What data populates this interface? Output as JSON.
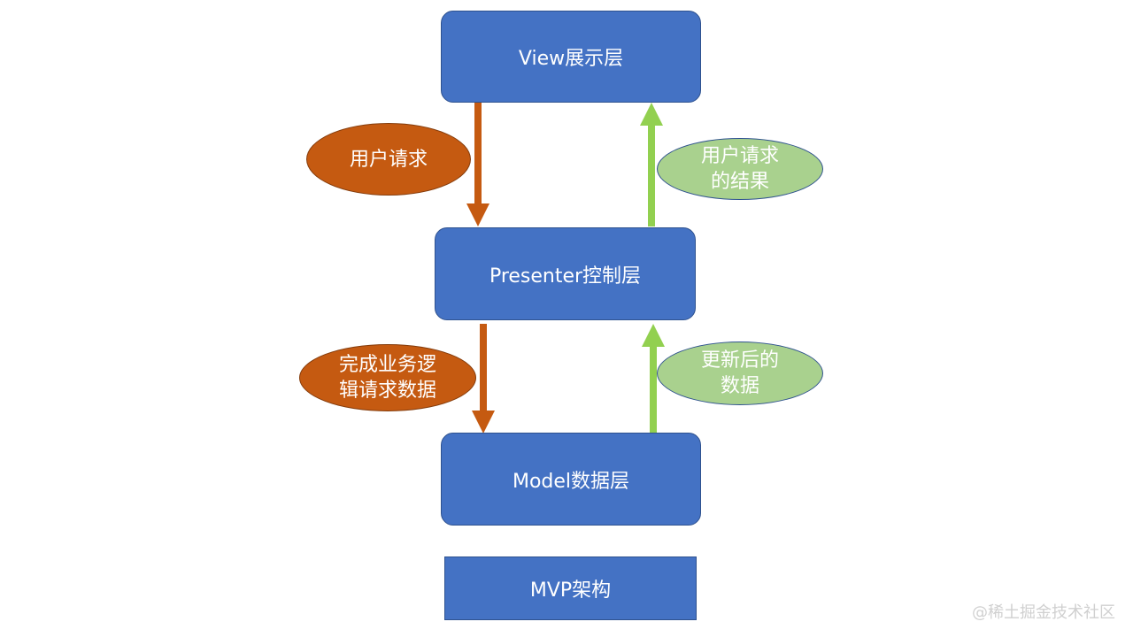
{
  "layers": {
    "view": "View展示层",
    "presenter": "Presenter控制层",
    "model": "Model数据层"
  },
  "labels": {
    "user_request": "用户请求",
    "user_request_result": "用户请求\n的结果",
    "business_logic": "完成业务逻\n辑请求数据",
    "updated_data": "更新后的\n数据"
  },
  "title": "MVP架构",
  "watermark": "@稀土掘金技术社区",
  "colors": {
    "layer_fill": "#4472c4",
    "request_arrow": "#c55a11",
    "result_arrow": "#92d050",
    "request_ellipse": "#c55a11",
    "result_ellipse": "#a9d18e"
  }
}
